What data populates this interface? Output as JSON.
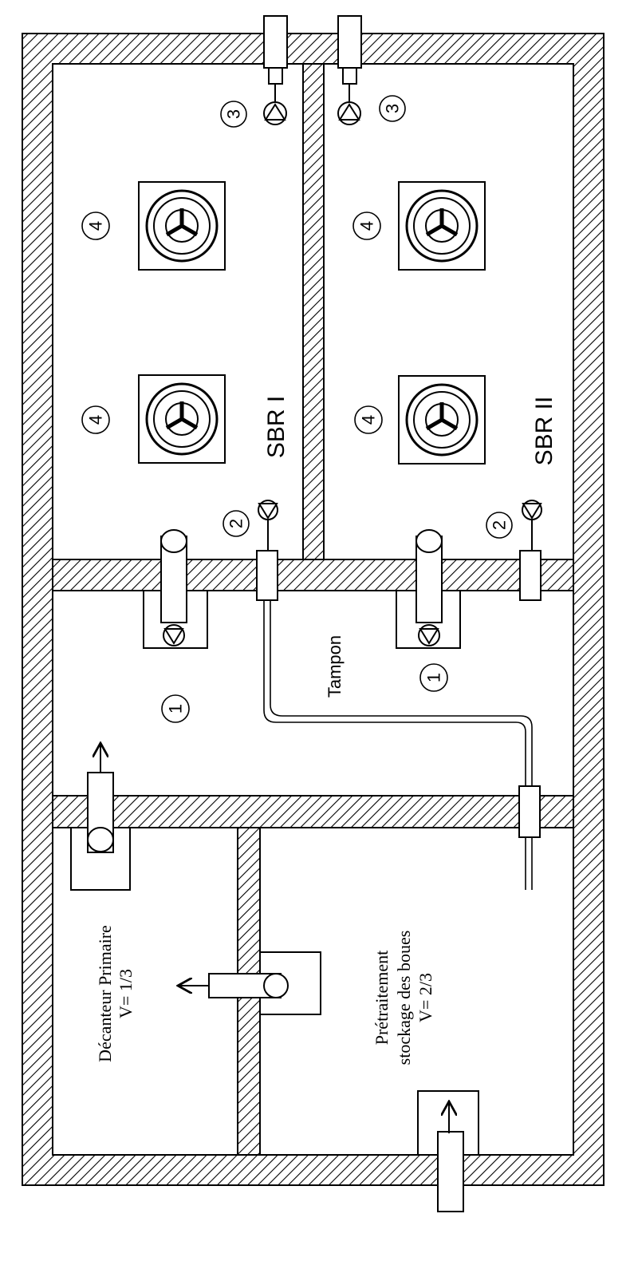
{
  "labels": {
    "sbr1": "SBR I",
    "sbr2": "SBR II",
    "tampon": "Tampon",
    "decanteur_line1": "Décanteur Primaire",
    "decanteur_line2": "V= 1/3",
    "pretraitement_line1": "Prétraitement",
    "pretraitement_line2": "stockage des boues",
    "pretraitement_line3": "V= 2/3"
  },
  "markers": {
    "one": "1",
    "two": "2",
    "three": "3",
    "four": "4"
  }
}
